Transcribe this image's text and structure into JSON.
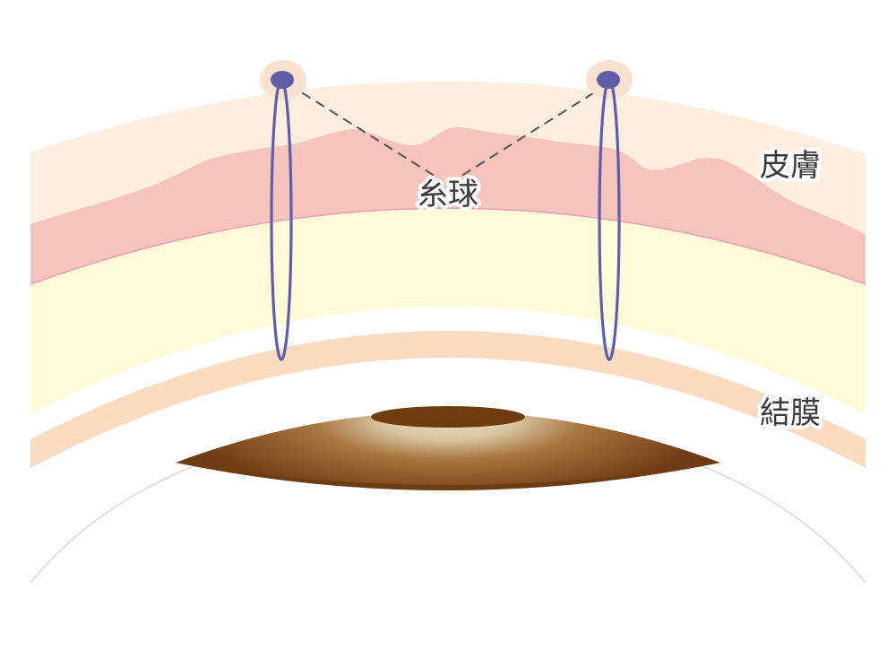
{
  "labels": {
    "skin": "皮膚",
    "thread_ball": "糸球",
    "conjunctiva": "結膜"
  },
  "colors": {
    "skin_outer": "#fdeee0",
    "dermis": "#f7c4bd",
    "dermis_edge": "#ec9db8",
    "fat": "#fffbd8",
    "conjunctiva": "#fbdcc1",
    "iris_dark": "#6d3c12",
    "iris_mid": "#94602f",
    "iris_light": "#ddcba6",
    "pupil": "#6e3d0d",
    "suture": "#5e5fa8",
    "eyeball_outline": "#e0e0e0",
    "leader_line": "#555555"
  },
  "icons": {
    "left_knot": "suture-knot-icon",
    "right_knot": "suture-knot-icon"
  }
}
